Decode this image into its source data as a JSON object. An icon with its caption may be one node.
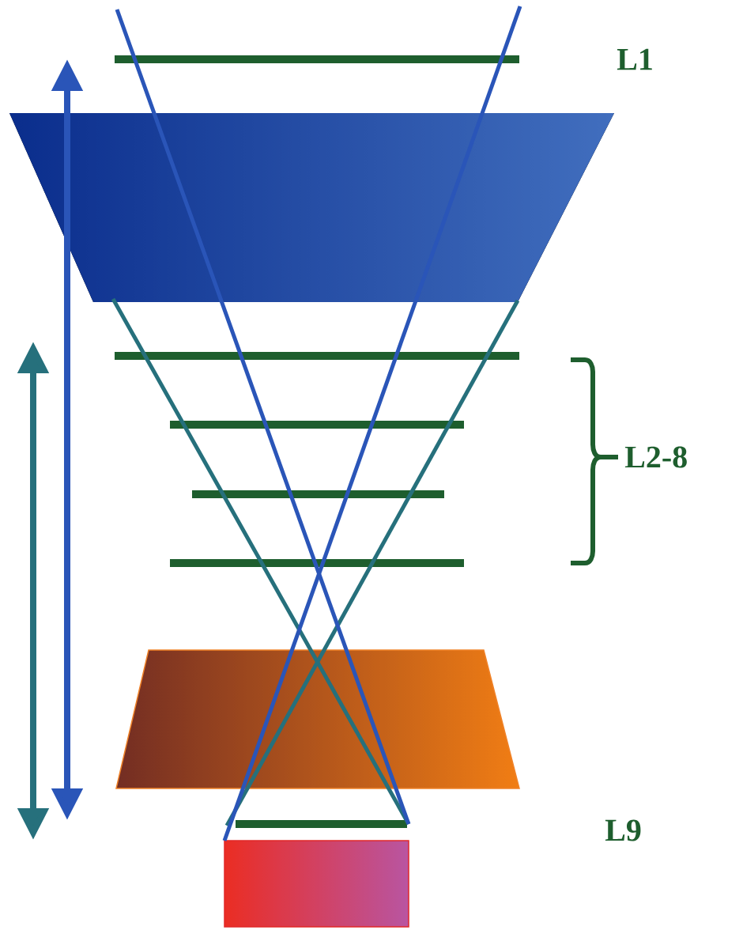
{
  "diagram": {
    "labels": [
      "L1",
      "L2-8",
      "L9"
    ]
  }
}
